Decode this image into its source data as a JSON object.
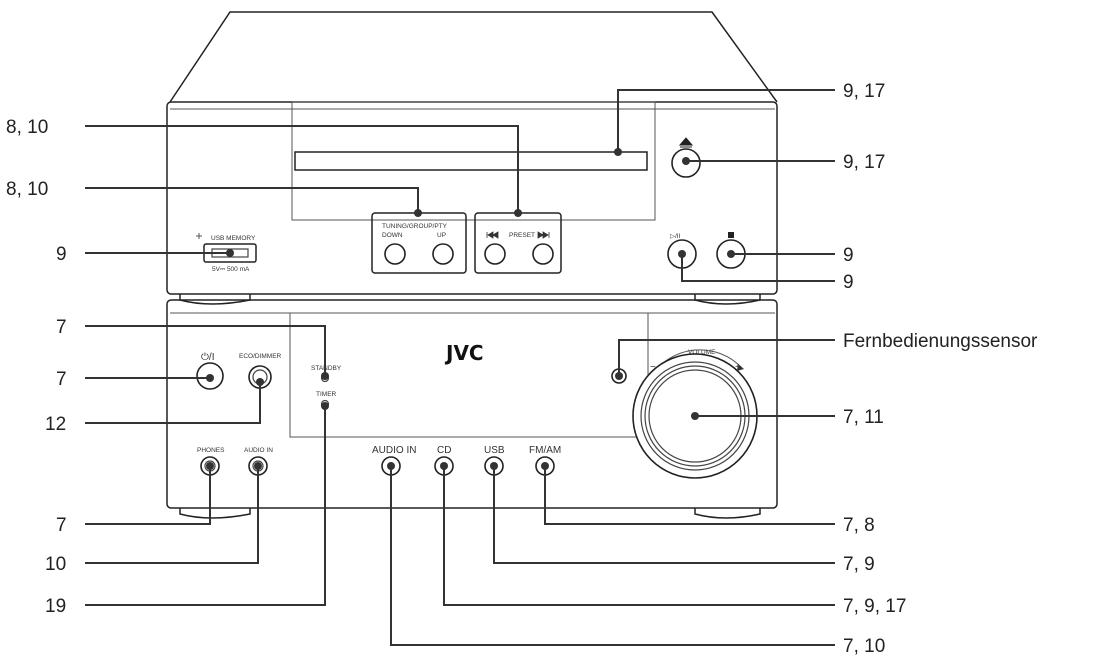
{
  "callouts": {
    "disc_slot": "9, 17",
    "preset": "8, 10",
    "eject": "9, 17",
    "tuning": "8, 10",
    "usb_memory": "9",
    "stop": "9",
    "play_pause": "9",
    "standby_indicator": "7",
    "power": "7",
    "remote_sensor": "Fernbedienungssensor",
    "eco_dimmer": "12",
    "volume": "7, 11",
    "phones": "7",
    "fm_am": "7, 8",
    "audio_in_jack": "10",
    "usb_source": "7, 9",
    "timer_indicator": "19",
    "cd_source": "7, 9, 17",
    "audio_in_source": "7, 10"
  },
  "panel": {
    "brand": "JVC",
    "usb_memory": "USB MEMORY",
    "usb_rating": "5V⎓ 500 mA",
    "tuning_group": "TUNING/GROUP/PTY",
    "tuning_down": "DOWN",
    "tuning_up": "UP",
    "preset": "PRESET",
    "standby": "STANDBY",
    "timer": "TIMER",
    "eco_dimmer": "ECO/DIMMER",
    "phones": "PHONES",
    "audio_in_small": "AUDIO IN",
    "volume": "VOLUME",
    "volume_minus": "−",
    "volume_plus": "+",
    "src_audio_in": "AUDIO IN",
    "src_cd": "CD",
    "src_usb": "USB",
    "src_fmam": "FM/AM"
  },
  "icons": {
    "eject": "eject-icon",
    "stop": "stop-icon",
    "play_pause": "play-pause-icon",
    "power": "power-icon",
    "usb": "usb-icon",
    "prev": "skip-back-icon",
    "next": "skip-forward-icon"
  }
}
